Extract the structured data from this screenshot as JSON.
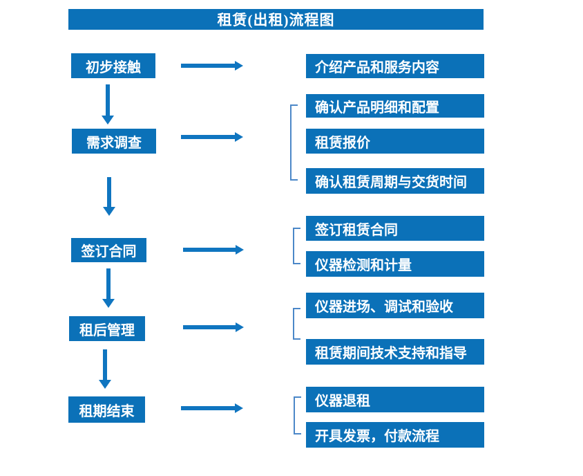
{
  "title": "租赁(出租)流程图",
  "colors": {
    "box_fill": "#0b71b8",
    "arrow": "#0f75c0",
    "bracket": "#4b87c8",
    "text": "#ffffff",
    "background": "#ffffff"
  },
  "stages": [
    {
      "label": "初步接触",
      "targets": [
        "介绍产品和服务内容"
      ]
    },
    {
      "label": "需求调查",
      "targets": [
        "确认产品明细和配置",
        "租赁报价",
        "确认租赁周期与交货时间"
      ]
    },
    {
      "label": "签订合同",
      "targets": [
        "签订租赁合同",
        "仪器检测和计量"
      ]
    },
    {
      "label": "租后管理",
      "targets": [
        "仪器进场、调试和验收",
        "租赁期间技术支持和指导"
      ]
    },
    {
      "label": "租期结束",
      "targets": [
        "仪器退租",
        "开具发票，付款流程"
      ]
    }
  ]
}
